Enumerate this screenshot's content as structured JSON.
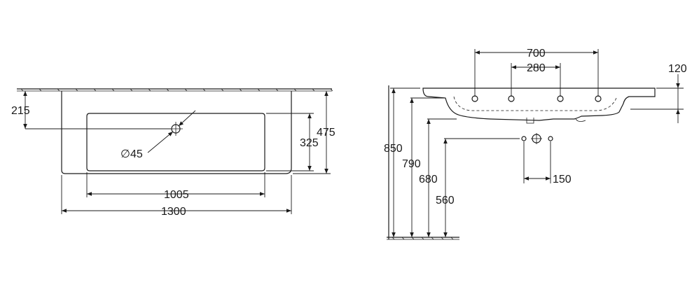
{
  "top_view": {
    "dim_width_overall": "1300",
    "dim_width_bowl": "1005",
    "dim_depth_overall": "475",
    "dim_depth_bowl": "325",
    "dim_tap_hole_offset": "215",
    "dim_tap_hole_diameter": "∅45"
  },
  "side_view": {
    "dim_tap_hole_spacing_outer": "700",
    "dim_tap_hole_spacing_inner": "280",
    "dim_rim_height": "120",
    "dim_height_850": "850",
    "dim_height_790": "790",
    "dim_height_680": "680",
    "dim_height_560": "560",
    "dim_fixing_spacing": "150"
  },
  "colors": {
    "line": "#1a1a1a",
    "background": "#ffffff"
  }
}
